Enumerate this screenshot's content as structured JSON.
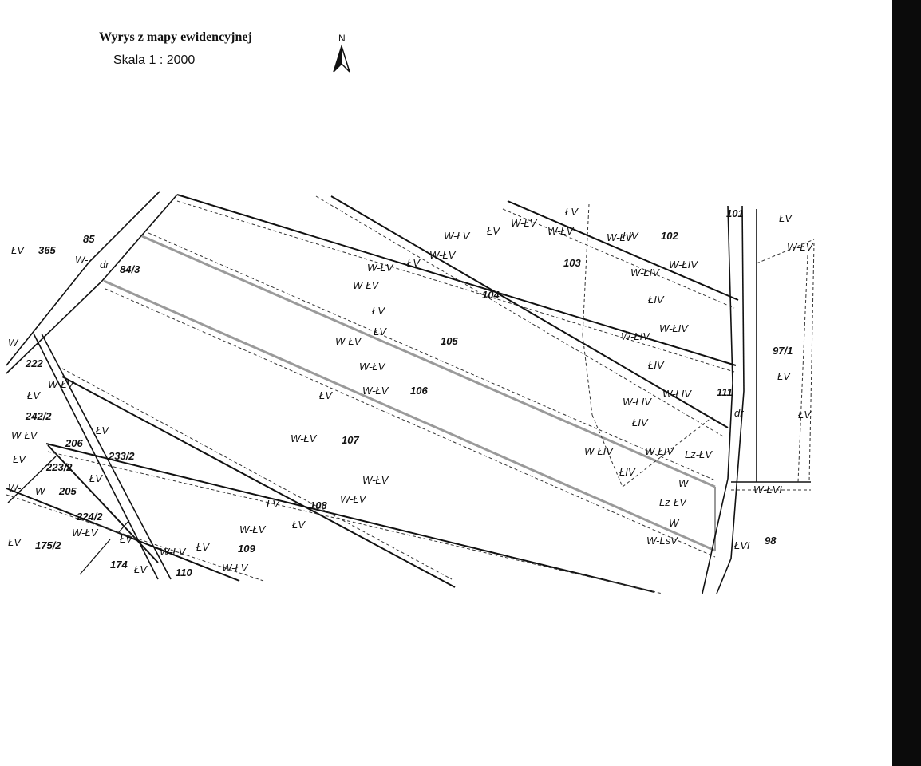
{
  "header": {
    "title": "Wyrys z mapy ewidencyjnej",
    "scale": "Skala 1 : 2000",
    "north": "N"
  },
  "parcels": [
    {
      "label": "365"
    },
    {
      "label": "85"
    },
    {
      "label": "84/3"
    },
    {
      "label": "222"
    },
    {
      "label": "242/2"
    },
    {
      "label": "206"
    },
    {
      "label": "223/2"
    },
    {
      "label": "233/2"
    },
    {
      "label": "205"
    },
    {
      "label": "224/2"
    },
    {
      "label": "175/2"
    },
    {
      "label": "174"
    },
    {
      "label": "110"
    },
    {
      "label": "109"
    },
    {
      "label": "108"
    },
    {
      "label": "107"
    },
    {
      "label": "106"
    },
    {
      "label": "105"
    },
    {
      "label": "104"
    },
    {
      "label": "103"
    },
    {
      "label": "102"
    },
    {
      "label": "101"
    },
    {
      "label": "97/1"
    },
    {
      "label": "111"
    },
    {
      "label": "98"
    }
  ],
  "landuse": [
    {
      "label": "ŁV"
    },
    {
      "label": "W-"
    },
    {
      "label": "dr"
    },
    {
      "label": "W"
    },
    {
      "label": "ŁV"
    },
    {
      "label": "W-ŁV"
    },
    {
      "label": "ŁV"
    },
    {
      "label": "W-ŁV"
    },
    {
      "label": "ŁV"
    },
    {
      "label": "ŁV"
    },
    {
      "label": "W-ŁV"
    },
    {
      "label": "ŁV"
    },
    {
      "label": "W-"
    },
    {
      "label": "W-"
    },
    {
      "label": "ŁV"
    },
    {
      "label": "ŁV"
    },
    {
      "label": "W-ŁV"
    },
    {
      "label": "ŁV"
    },
    {
      "label": "W-ŁV"
    },
    {
      "label": "ŁV"
    },
    {
      "label": "W-ŁV"
    },
    {
      "label": "ŁV"
    },
    {
      "label": "W-ŁV"
    },
    {
      "label": "W-ŁV"
    },
    {
      "label": "W-ŁV"
    },
    {
      "label": "ŁV"
    },
    {
      "label": "W-ŁV"
    },
    {
      "label": "W-ŁV"
    },
    {
      "label": "ŁV"
    },
    {
      "label": "W-ŁV"
    },
    {
      "label": "ŁV"
    },
    {
      "label": "W-ŁV"
    },
    {
      "label": "W-ŁV"
    },
    {
      "label": "ŁV"
    },
    {
      "label": "W-ŁV"
    },
    {
      "label": "W-ŁV"
    },
    {
      "label": "ŁV"
    },
    {
      "label": "W-ŁV"
    },
    {
      "label": "W-ŁV"
    },
    {
      "label": "ŁV"
    },
    {
      "label": "W-ŁV"
    },
    {
      "label": "ŁIV"
    },
    {
      "label": "W-ŁIV"
    },
    {
      "label": "W-ŁIV"
    },
    {
      "label": "ŁIV"
    },
    {
      "label": "W-ŁIV"
    },
    {
      "label": "W-ŁIV"
    },
    {
      "label": "ŁIV"
    },
    {
      "label": "W-ŁIV"
    },
    {
      "label": "W-ŁIV"
    },
    {
      "label": "ŁIV"
    },
    {
      "label": "W-ŁIV"
    },
    {
      "label": "W-ŁIV"
    },
    {
      "label": "Lz-ŁV"
    },
    {
      "label": "ŁIV"
    },
    {
      "label": "W"
    },
    {
      "label": "Lz-ŁV"
    },
    {
      "label": "W"
    },
    {
      "label": "W-LsV"
    },
    {
      "label": "ŁVI"
    },
    {
      "label": "dr"
    },
    {
      "label": "ŁV"
    },
    {
      "label": "ŁV"
    },
    {
      "label": "ŁV"
    },
    {
      "label": "W-ŁV"
    },
    {
      "label": "W-ŁVI"
    }
  ]
}
